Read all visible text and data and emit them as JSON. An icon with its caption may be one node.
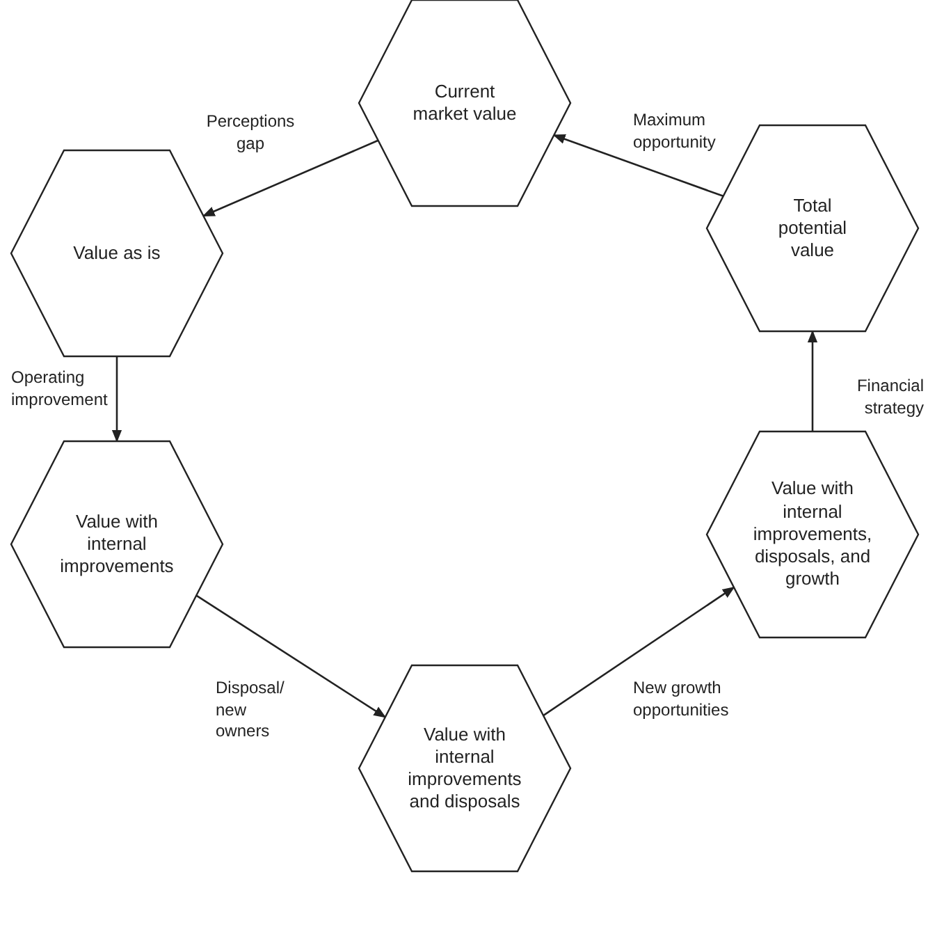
{
  "diagram": {
    "nodes": [
      {
        "text": [
          "Current market value"
        ]
      },
      {
        "text": [
          "Value as is"
        ]
      },
      {
        "text": [
          "Value with internal improvements"
        ]
      },
      {
        "text": [
          "Value with internal improvements and disposals"
        ]
      },
      {
        "text": [
          "Value with internal improvements, disposals, and growth"
        ]
      },
      {
        "text": [
          "Total potential value"
        ]
      }
    ],
    "edges": [
      {
        "from": 0,
        "to": 1,
        "arrow": "to",
        "label": "Perceptions gap"
      },
      {
        "from": 1,
        "to": 2,
        "arrow": "to",
        "label": "Operating improvement"
      },
      {
        "from": 2,
        "to": 3,
        "arrow": "to",
        "label": "Disposal/ new owners"
      },
      {
        "from": 3,
        "to": 4,
        "arrow": "to",
        "label": "New growth opportunities"
      },
      {
        "from": 4,
        "to": 5,
        "arrow": "to",
        "label": "Financial strategy"
      },
      {
        "from": 5,
        "to": 0,
        "arrow": "to",
        "label": "Maximum opportunity"
      }
    ]
  }
}
